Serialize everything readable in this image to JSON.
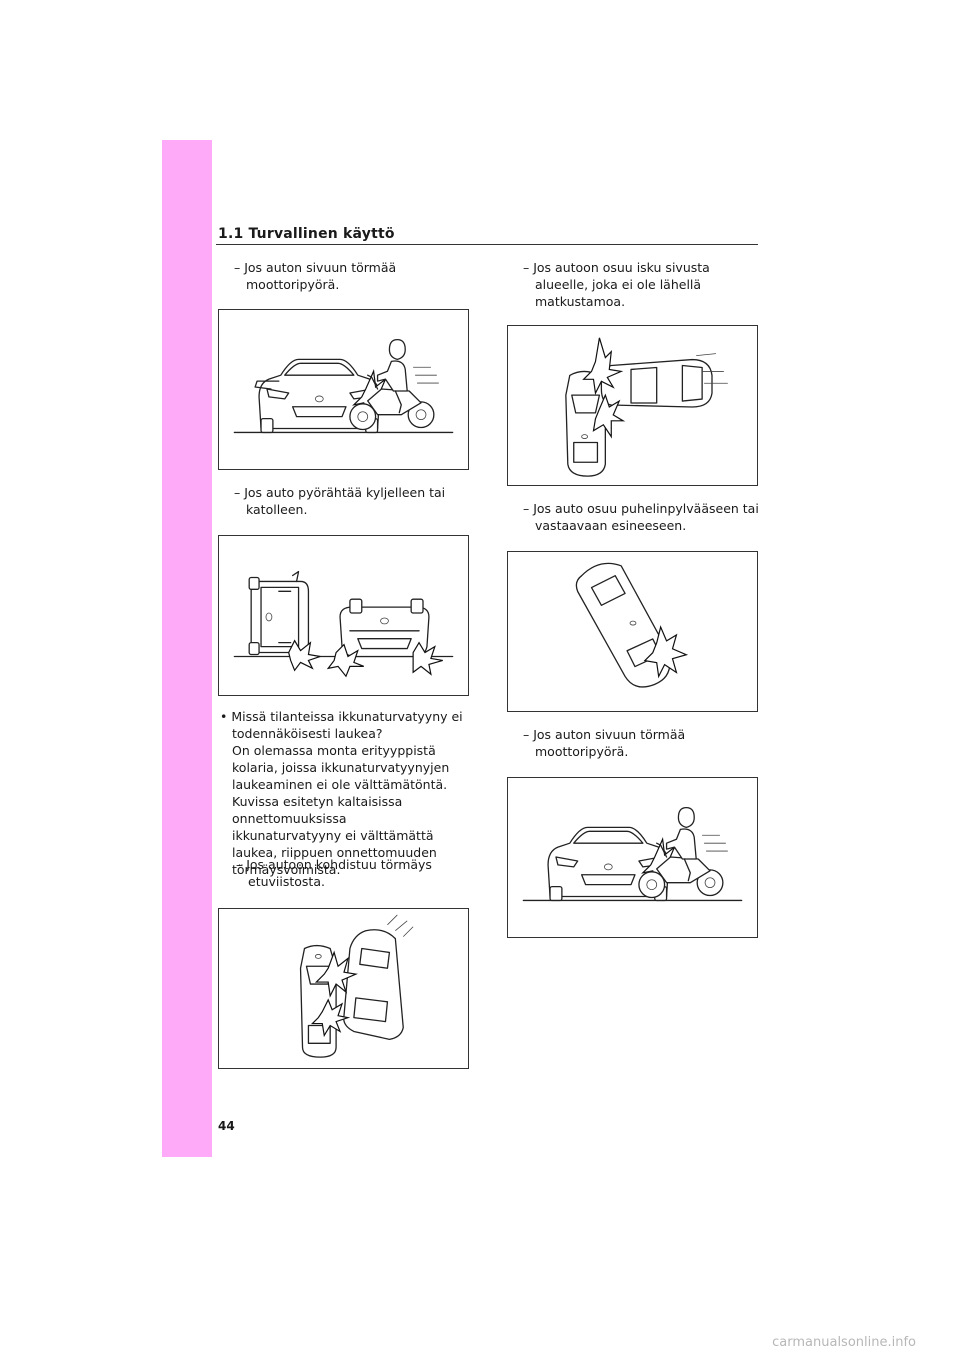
{
  "header": {
    "section_title": "1.1 Turvallinen käyttö"
  },
  "left_column": {
    "item1": "– Jos auton sivuun törmää moottoripyörä.",
    "item2": "– Jos auto pyörähtää kyljelleen tai katolleen.",
    "bullet_title": "• Missä tilanteissa ikkunaturvatyyny ei todennäköisesti laukea?",
    "bullet_body": "On olemassa monta erityyppistä kolaria, joissa ikkunaturvatyynyjen laukeaminen ei ole välttämätöntä. Kuvissa esitetyn kaltaisissa onnettomuuksissa ikkunaturvatyyny ei välttämättä laukea, riippuen onnettomuuden törmäysvoimista.",
    "item3": "– Jos autoon kohdistuu törmäys etuviistosta."
  },
  "right_column": {
    "item1": "– Jos autoon osuu isku sivusta alueelle, joka ei ole lähellä matkustamoa.",
    "item2": "– Jos auto osuu puhelinpylvääseen tai vastaavaan esineeseen.",
    "item3": "– Jos auton sivuun törmää moottoripyörä."
  },
  "page_number": "44",
  "watermark": "carmanualsonline.info"
}
